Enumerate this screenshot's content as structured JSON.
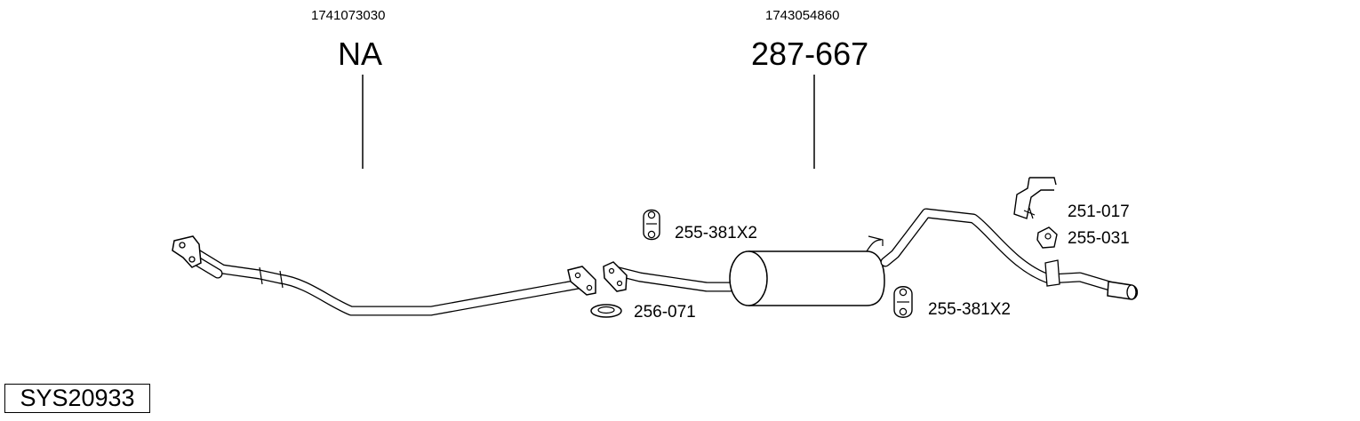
{
  "parts": {
    "left_oe": "1741073030",
    "left_code": "NA",
    "right_oe": "1743054860",
    "right_code": "287-667"
  },
  "labels": {
    "hanger_top": "255-381X2",
    "gasket": "256-071",
    "hanger_bottom": "255-381X2",
    "bracket": "251-017",
    "rubber": "255-031"
  },
  "system_id": "SYS20933"
}
